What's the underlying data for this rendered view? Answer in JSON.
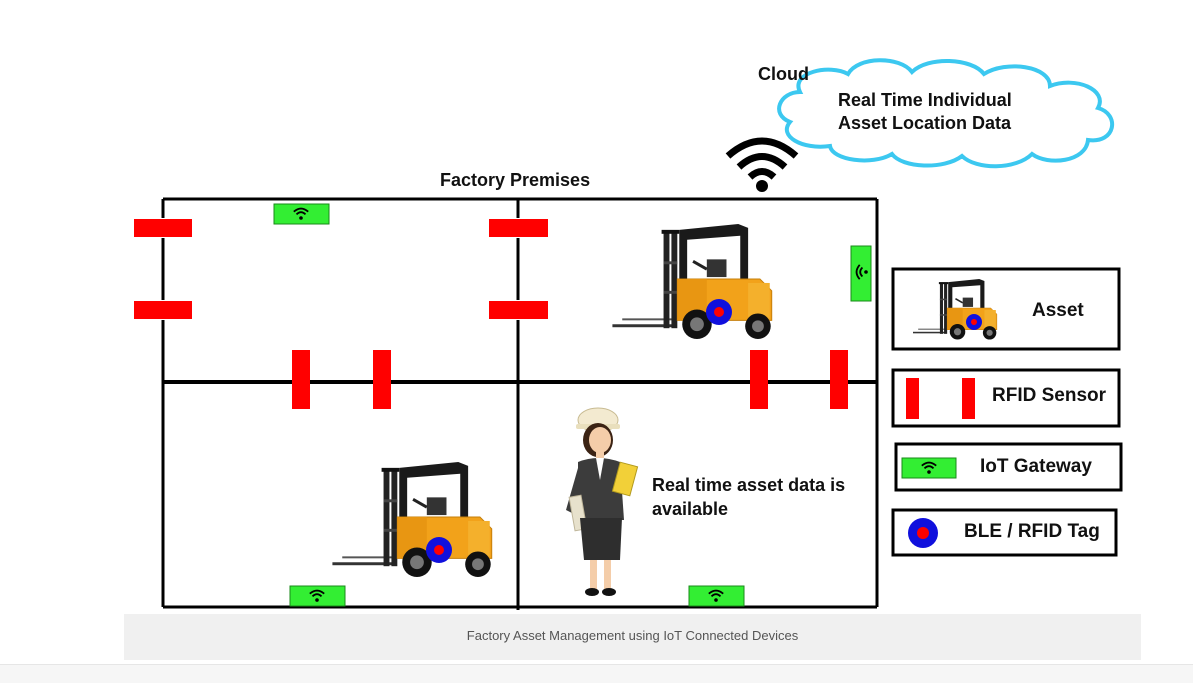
{
  "diagram": {
    "cloud_label": "Cloud",
    "cloud_text_line1": "Real Time Individual",
    "cloud_text_line2": "Asset Location Data",
    "premises_label": "Factory Premises",
    "info_line1": "Real time asset data is",
    "info_line2": "available"
  },
  "legend": {
    "asset": "Asset",
    "rfid_sensor": "RFID Sensor",
    "iot_gateway": "IoT Gateway",
    "tag": "BLE / RFID Tag"
  },
  "caption": "Factory Asset Management using IoT Connected Devices",
  "colors": {
    "sensor_red": "#ff0000",
    "gateway_green": "#33ee33",
    "tag_blue": "#1010dd",
    "cloud_outline": "#3cc8f0",
    "forklift_orange": "#f2a21a"
  }
}
